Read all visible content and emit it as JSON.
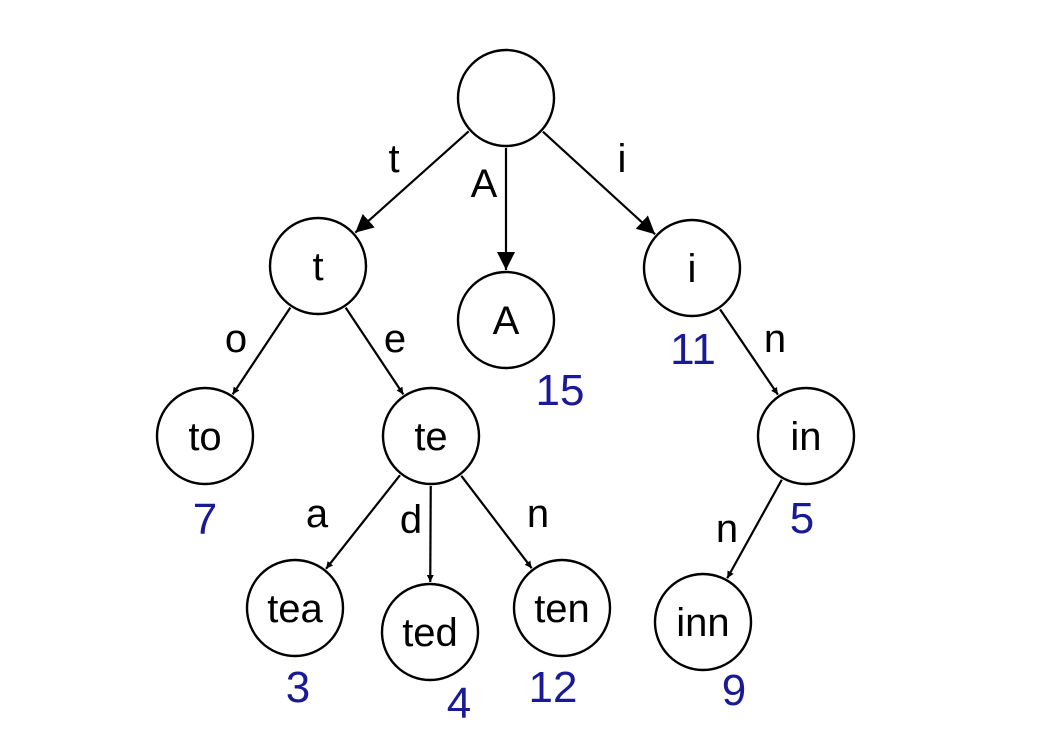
{
  "diagram": {
    "colors": {
      "stroke": "#000000",
      "value": "#1a1a96",
      "background": "#ffffff"
    },
    "nodes": [
      {
        "id": "root",
        "label": "",
        "value": ""
      },
      {
        "id": "t",
        "label": "t",
        "value": ""
      },
      {
        "id": "A",
        "label": "A",
        "value": "15"
      },
      {
        "id": "i",
        "label": "i",
        "value": "11"
      },
      {
        "id": "to",
        "label": "to",
        "value": "7"
      },
      {
        "id": "te",
        "label": "te",
        "value": ""
      },
      {
        "id": "in",
        "label": "in",
        "value": "5"
      },
      {
        "id": "tea",
        "label": "tea",
        "value": "3"
      },
      {
        "id": "ted",
        "label": "ted",
        "value": "4"
      },
      {
        "id": "ten",
        "label": "ten",
        "value": "12"
      },
      {
        "id": "inn",
        "label": "inn",
        "value": "9"
      }
    ],
    "edges": [
      {
        "from": "root",
        "to": "t",
        "label": "t"
      },
      {
        "from": "root",
        "to": "A",
        "label": "A"
      },
      {
        "from": "root",
        "to": "i",
        "label": "i"
      },
      {
        "from": "t",
        "to": "to",
        "label": "o"
      },
      {
        "from": "t",
        "to": "te",
        "label": "e"
      },
      {
        "from": "te",
        "to": "tea",
        "label": "a"
      },
      {
        "from": "te",
        "to": "ted",
        "label": "d"
      },
      {
        "from": "te",
        "to": "ten",
        "label": "n"
      },
      {
        "from": "i",
        "to": "in",
        "label": "n"
      },
      {
        "from": "in",
        "to": "inn",
        "label": "n"
      }
    ]
  }
}
